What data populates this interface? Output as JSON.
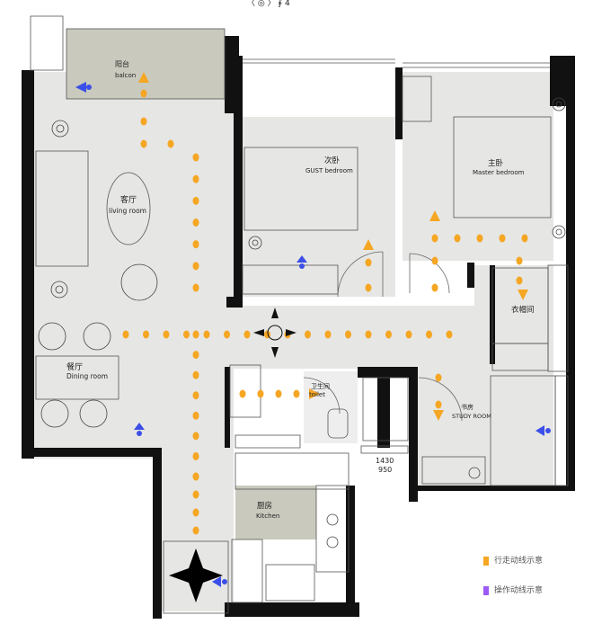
{
  "header_glyphs": "〈 ◎ 〉 ∮ 4",
  "rooms": {
    "balcony": {
      "zh": "阳台",
      "en": "balcon"
    },
    "living": {
      "zh": "客厅",
      "en": "living room"
    },
    "dining": {
      "zh": "餐厅",
      "en": "Dining room"
    },
    "guest": {
      "zh": "次卧",
      "en": "GUST bedroom"
    },
    "master": {
      "zh": "主卧",
      "en": "Master bedroom"
    },
    "closet": {
      "zh": "衣帽间",
      "en": ""
    },
    "toilet": {
      "zh": "卫生间",
      "en": "toilet"
    },
    "study": {
      "zh": "书房",
      "en": "STUDY ROOM"
    },
    "kitchen": {
      "zh": "厨房",
      "en": "Kitchen"
    }
  },
  "dimension": {
    "top": "1430",
    "bottom": "950"
  },
  "legend": [
    {
      "label": "行走动线示意",
      "color": "#f5a623"
    },
    {
      "label": "操作动线示意",
      "color": "#9b59f5"
    }
  ],
  "colors": {
    "path": "#f5a623",
    "marker": "#3b4fe8",
    "wall": "#111111",
    "floor": "#e6e6e4",
    "wet": "#c9c9bd"
  }
}
